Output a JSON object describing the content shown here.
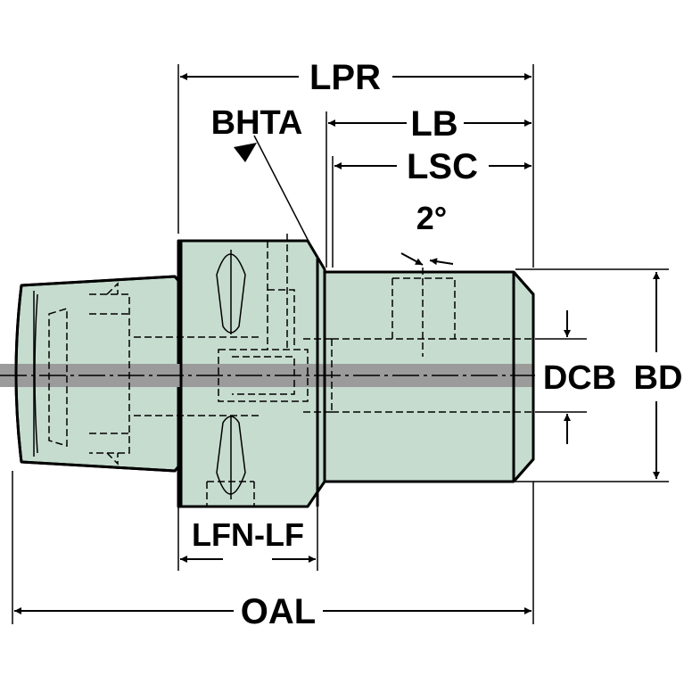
{
  "colors": {
    "body_fill": "#c6dccf",
    "axis_band": "#9b9b9b",
    "line": "#000000"
  },
  "labels": {
    "lpr": "LPR",
    "bhta": "BHTA",
    "lb": "LB",
    "lsc": "LSC",
    "angle": "2°",
    "dcb": "DCB",
    "bd": "BD",
    "lfn_lf": "LFN-LF",
    "oal": "OAL"
  }
}
